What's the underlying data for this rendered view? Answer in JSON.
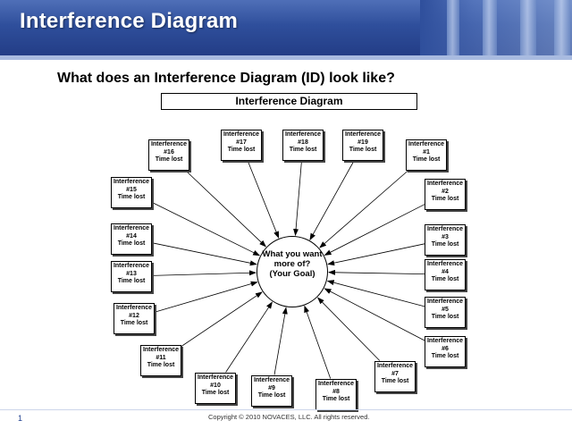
{
  "slide": {
    "title": "Interference Diagram",
    "subtitle": "What does an Interference Diagram (ID) look like?",
    "page_number": "1",
    "copyright": "Copyright © 2010 NOVACES, LLC.  All rights reserved."
  },
  "diagram": {
    "title": "Interference Diagram",
    "goal": {
      "line1": "What you want",
      "line2": "more of?",
      "line3": "(Your Goal)"
    },
    "boxes": [
      {
        "label": "Interference",
        "number": "#1",
        "value": "Time lost"
      },
      {
        "label": "Interference",
        "number": "#2",
        "value": "Time lost"
      },
      {
        "label": "Interference",
        "number": "#3",
        "value": "Time lost"
      },
      {
        "label": "Interference",
        "number": "#4",
        "value": "Time lost"
      },
      {
        "label": "Interference",
        "number": "#5",
        "value": "Time lost"
      },
      {
        "label": "Interference",
        "number": "#6",
        "value": "Time lost"
      },
      {
        "label": "Interference",
        "number": "#7",
        "value": "Time lost"
      },
      {
        "label": "Interference",
        "number": "#8",
        "value": "Time lost"
      },
      {
        "label": "Interference",
        "number": "#9",
        "value": "Time lost"
      },
      {
        "label": "Interference",
        "number": "#10",
        "value": "Time lost"
      },
      {
        "label": "Interference",
        "number": "#11",
        "value": "Time lost"
      },
      {
        "label": "Interference",
        "number": "#12",
        "value": "Time lost"
      },
      {
        "label": "Interference",
        "number": "#13",
        "value": "Time lost"
      },
      {
        "label": "Interference",
        "number": "#14",
        "value": "Time lost"
      },
      {
        "label": "Interference",
        "number": "#15",
        "value": "Time lost"
      },
      {
        "label": "Interference",
        "number": "#16",
        "value": "Time lost"
      },
      {
        "label": "Interference",
        "number": "#17",
        "value": "Time lost"
      },
      {
        "label": "Interference",
        "number": "#18",
        "value": "Time lost"
      },
      {
        "label": "Interference",
        "number": "#19",
        "value": "Time lost"
      }
    ]
  }
}
